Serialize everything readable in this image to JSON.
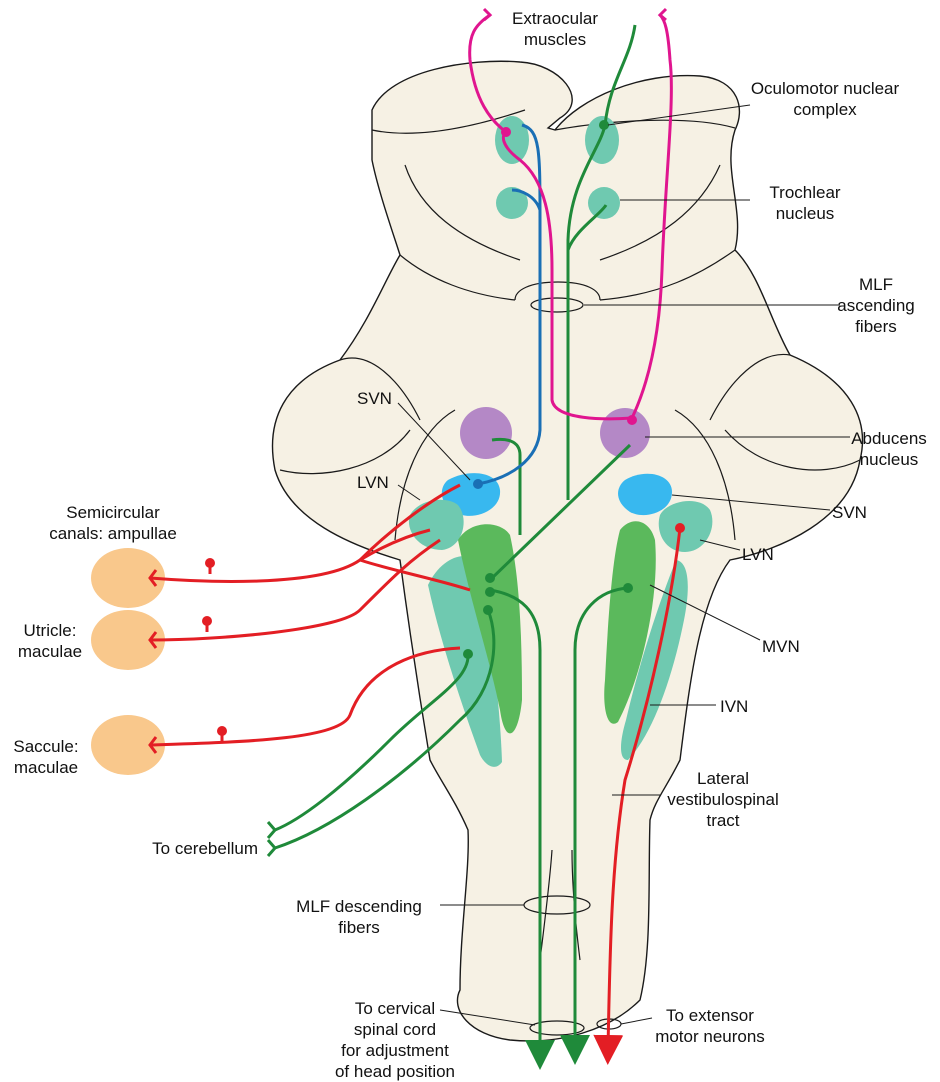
{
  "labels": {
    "extraocular_muscles": "Extraocular\nmuscles",
    "oculomotor_nuclear_complex": "Oculomotor nuclear\ncomplex",
    "trochlear_nucleus": "Trochlear\nnucleus",
    "mlf_ascending_fibers": "MLF\nascending\nfibers",
    "svn_left": "SVN",
    "abducens_nucleus": "Abducens\nnucleus",
    "lvn_left": "LVN",
    "svn_right": "SVN",
    "semicircular_canals": "Semicircular\ncanals: ampullae",
    "lvn_right": "LVN",
    "mvn": "MVN",
    "utricle": "Utricle:\nmaculae",
    "ivn": "IVN",
    "saccule": "Saccule:\nmaculae",
    "lateral_vestibulospinal_tract": "Lateral\nvestibulospinal\ntract",
    "to_cerebellum": "To cerebellum",
    "mlf_descending_fibers": "MLF descending\nfibers",
    "to_cervical_spinal_cord": "To cervical\nspinal cord\nfor adjustment\nof head position",
    "to_extensor_motor_neurons": "To extensor\nmotor neurons"
  },
  "colors": {
    "brainstem_fill": "#f6f1e4",
    "outline": "#1a1a1a",
    "nucleus_teal": "#6fc9b0",
    "nucleus_green": "#5bb95c",
    "svn_blue": "#38b8ef",
    "abducens_purple": "#b488c6",
    "receptor_orange": "#f9c88c",
    "red_pathway": "#e31e24",
    "green_pathway": "#1f8a3a",
    "blue_pathway": "#1a6fb5",
    "magenta_pathway": "#e0158f"
  }
}
